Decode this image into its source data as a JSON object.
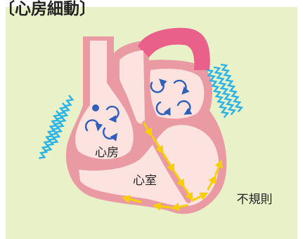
{
  "title": "〔心房細動〕",
  "labels": {
    "atrium": "心房",
    "ventricle": "心室",
    "irregular": "不規則"
  },
  "colors": {
    "background": "#e8f1c8",
    "heart_wall": "#e99aa3",
    "heart_inner": "#fce3e0",
    "aorta": "#e9608b",
    "swirl_arrows": "#2f5fb8",
    "conduction_arrows": "#f5cf00",
    "tremor_lines": "#2ab3e6",
    "text": "#222222"
  }
}
